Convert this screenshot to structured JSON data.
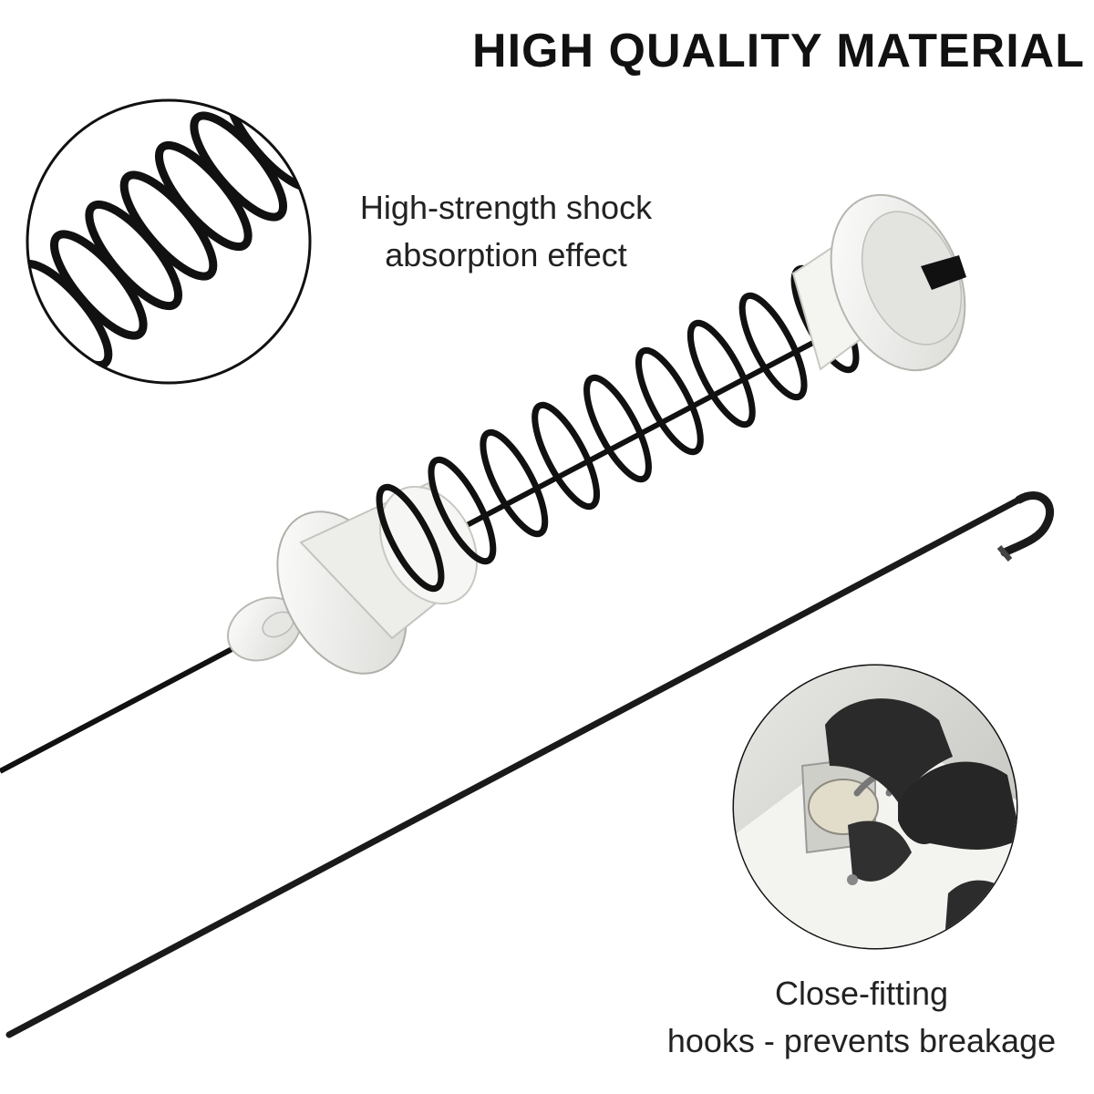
{
  "headline": "HIGH QUALITY MATERIAL",
  "feature_spring": {
    "line1": "High-strength shock",
    "line2": "absorption effect"
  },
  "feature_hook": {
    "line1": "Close-fitting",
    "line2": "hooks - prevents breakage"
  },
  "colors": {
    "background": "#ffffff",
    "text": "#111111",
    "rod": "#1a1a1a",
    "spring": "#111111",
    "plastic": "#f2f2ef"
  },
  "icons": [
    "spring-closeup-inset",
    "installation-photo-inset",
    "suspension-rod-with-spring",
    "hooked-rod"
  ]
}
